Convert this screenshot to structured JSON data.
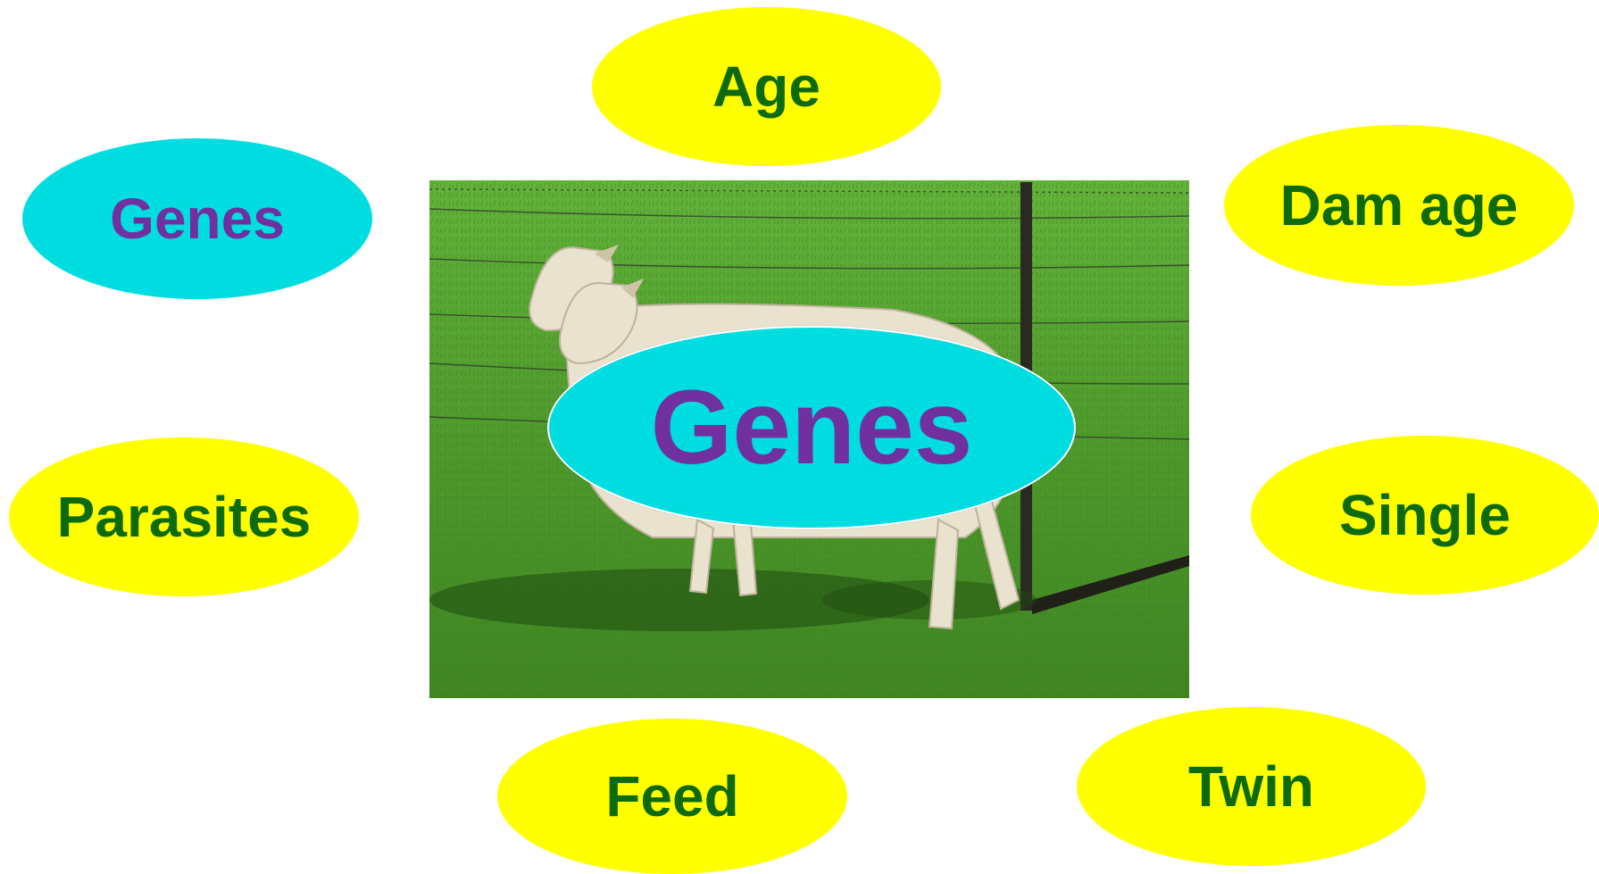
{
  "diagram": {
    "center_label": "Genes",
    "factors": {
      "age": "Age",
      "genes": "Genes",
      "dam_age": "Dam age",
      "parasites": "Parasites",
      "single": "Single",
      "feed": "Feed",
      "twin": "Twin"
    }
  },
  "colors": {
    "yellow_oval": "#ffff00",
    "yellow_text": "#0d6b0d",
    "cyan_oval": "#00dde0",
    "cyan_text": "#7030a0",
    "grass": "#4f9a2c"
  }
}
